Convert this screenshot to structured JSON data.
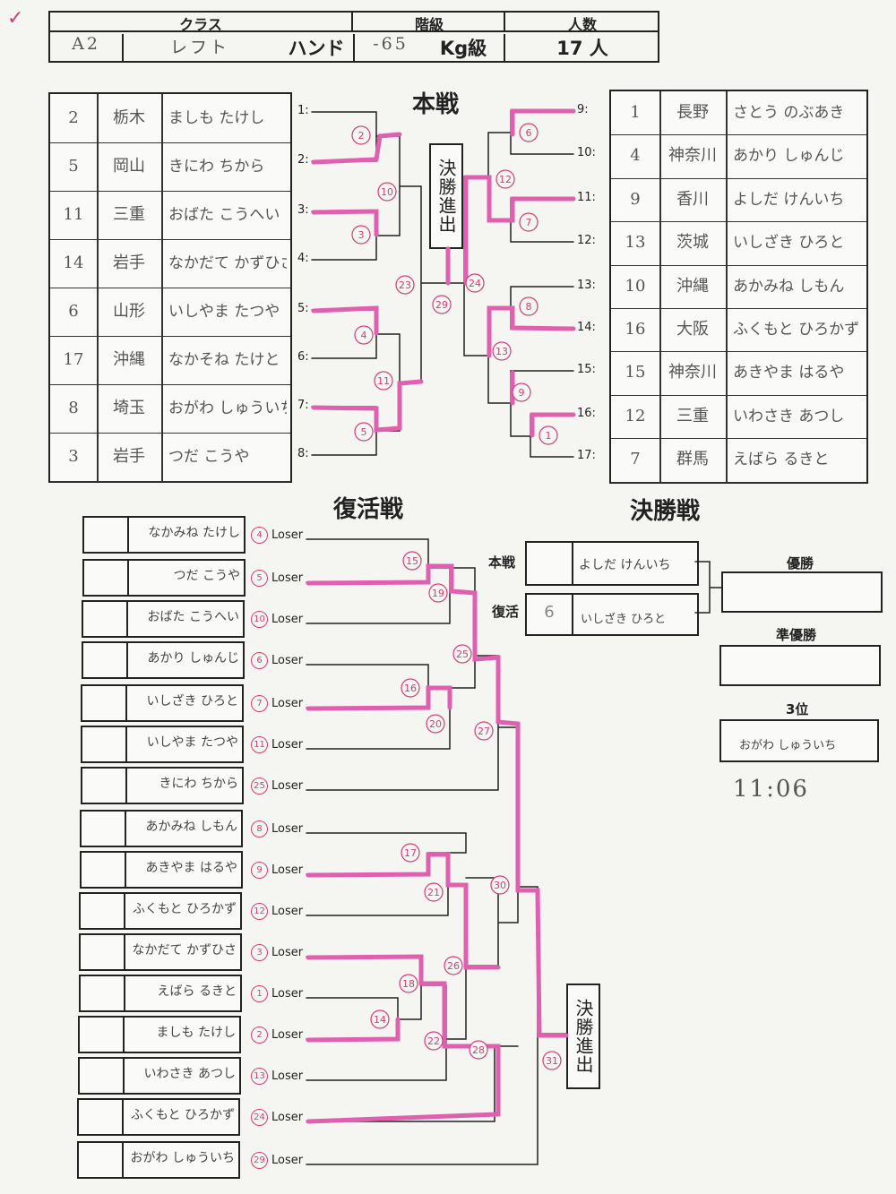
{
  "header": {
    "class_label": "クラス",
    "grade_label": "階級",
    "count_label": "人数",
    "class_code": "A2",
    "class_name": "レフト",
    "hand_label": "ハンド",
    "weight_value": "-65",
    "weight_unit": "Kg級",
    "count_value": "17 人",
    "check_mark": "✓"
  },
  "main_title": "本戦",
  "left_players": [
    {
      "slot": "1:",
      "num": "2",
      "pref": "栃木",
      "name": "ましも たけし"
    },
    {
      "slot": "2:",
      "num": "5",
      "pref": "岡山",
      "name": "きにわ ちから"
    },
    {
      "slot": "3:",
      "num": "11",
      "pref": "三重",
      "name": "おばた こうへい"
    },
    {
      "slot": "4:",
      "num": "14",
      "pref": "岩手",
      "name": "なかだて かずひさ"
    },
    {
      "slot": "5:",
      "num": "6",
      "pref": "山形",
      "name": "いしやま たつや"
    },
    {
      "slot": "6:",
      "num": "17",
      "pref": "沖縄",
      "name": "なかそね たけと"
    },
    {
      "slot": "7:",
      "num": "8",
      "pref": "埼玉",
      "name": "おがわ しゅういち"
    },
    {
      "slot": "8:",
      "num": "3",
      "pref": "岩手",
      "name": "つだ こうや"
    }
  ],
  "right_players": [
    {
      "slot": "9:",
      "num": "1",
      "pref": "長野",
      "name": "さとう のぶあき"
    },
    {
      "slot": "10:",
      "num": "4",
      "pref": "神奈川",
      "name": "あかり しゅんじ"
    },
    {
      "slot": "11:",
      "num": "9",
      "pref": "香川",
      "name": "よしだ けんいち"
    },
    {
      "slot": "12:",
      "num": "13",
      "pref": "茨城",
      "name": "いしざき ひろと"
    },
    {
      "slot": "13:",
      "num": "10",
      "pref": "沖縄",
      "name": "あかみね しもん"
    },
    {
      "slot": "14:",
      "num": "16",
      "pref": "大阪",
      "name": "ふくもと ひろかず"
    },
    {
      "slot": "15:",
      "num": "15",
      "pref": "神奈川",
      "name": "あきやま はるや"
    },
    {
      "slot": "16:",
      "num": "12",
      "pref": "三重",
      "name": "いわさき あつし"
    },
    {
      "slot": "17:",
      "num": "7",
      "pref": "群馬",
      "name": "えばら るきと"
    }
  ],
  "advance_label": "決勝進出",
  "main_matches": [
    "2",
    "10",
    "3",
    "23",
    "4",
    "11",
    "5",
    "29",
    "6",
    "12",
    "7",
    "24",
    "8",
    "13",
    "9",
    "1"
  ],
  "repechage_title": "復活戦",
  "final_title": "決勝戦",
  "loser_label": "Loser",
  "repechage_entries": [
    {
      "name": "なかみね たけし",
      "match": "4"
    },
    {
      "name": "つだ こうや",
      "match": "5"
    },
    {
      "name": "おばた こうへい",
      "match": "10"
    },
    {
      "name": "あかり しゅんじ",
      "match": "6"
    },
    {
      "name": "いしざき ひろと",
      "match": "7"
    },
    {
      "name": "いしやま たつや",
      "match": "11"
    },
    {
      "name": "きにわ ちから",
      "match": "25"
    },
    {
      "name": "あかみね しもん",
      "match": "8"
    },
    {
      "name": "あきやま はるや",
      "match": "9"
    },
    {
      "name": "ふくもと ひろかず",
      "match": "12"
    },
    {
      "name": "なかだて かずひさ",
      "match": "3"
    },
    {
      "name": "えばら るきと",
      "match": "1"
    },
    {
      "name": "ましも たけし",
      "match": "2"
    },
    {
      "name": "いわさき あつし",
      "match": "13"
    },
    {
      "name": "ふくもと ひろかず",
      "match": "24"
    },
    {
      "name": "おがわ しゅういち",
      "match": "29"
    }
  ],
  "repechage_matches": [
    "15",
    "19",
    "16",
    "20",
    "25",
    "27",
    "17",
    "21",
    "30",
    "18",
    "14",
    "26",
    "22",
    "28",
    "31"
  ],
  "final": {
    "main_label": "本戦",
    "main_name": "よしだ けんいち",
    "revival_label": "復活",
    "revival_num": "6",
    "revival_name": "いしざき ひろと",
    "winner_label": "優勝",
    "runnerup_label": "準優勝",
    "third_label": "3位",
    "third_name": "おがわ しゅういち",
    "time": "11:06"
  },
  "colors": {
    "marker": "#e060b0",
    "circle": "#d0407a"
  }
}
